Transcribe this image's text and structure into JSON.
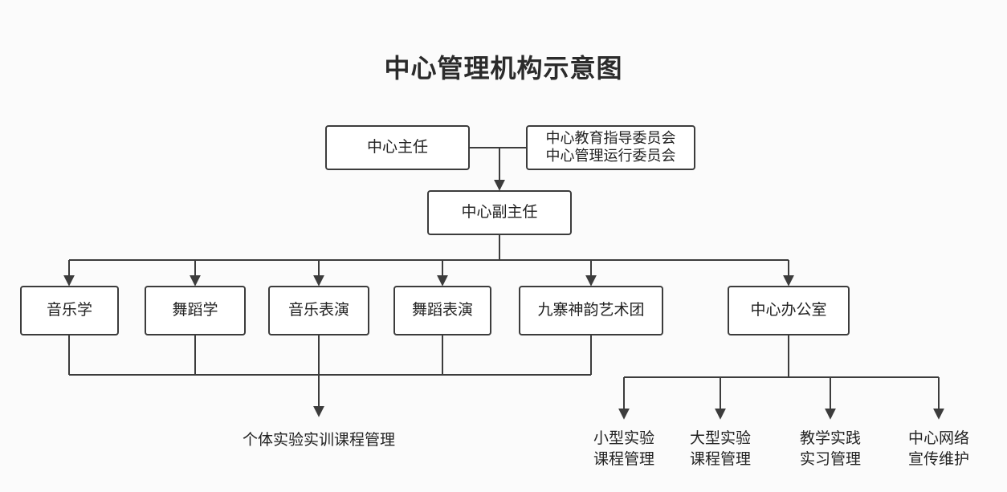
{
  "title": "中心管理机构示意图",
  "nodes": {
    "director": "中心主任",
    "committees": [
      "中心教育指导委员会",
      "中心管理运行委员会"
    ],
    "deputy_director": "中心副主任",
    "departments": [
      "音乐学",
      "舞蹈学",
      "音乐表演",
      "舞蹈表演",
      "九寨神韵艺术团"
    ],
    "office": "中心办公室",
    "course_management": "个体实验实训课程管理",
    "office_tasks": [
      [
        "小型实验",
        "课程管理"
      ],
      [
        "大型实验",
        "课程管理"
      ],
      [
        "教学实践",
        "实习管理"
      ],
      [
        "中心网络",
        "宣传维护"
      ]
    ]
  },
  "colors": {
    "line": "#3c3c3c",
    "box_border": "#3c3c3c",
    "background": "#fbfbfb"
  }
}
